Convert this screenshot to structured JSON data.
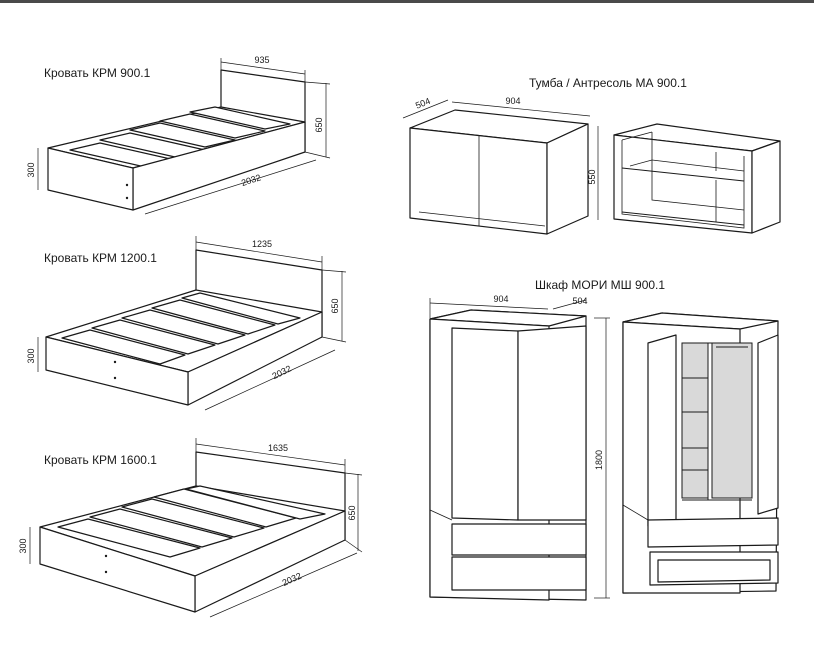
{
  "beds": [
    {
      "title": "Кровать КРМ 900.1",
      "width": "935",
      "length": "2032",
      "height_head": "650",
      "height_base": "300"
    },
    {
      "title": "Кровать КРМ 1200.1",
      "width": "1235",
      "length": "2032",
      "height_head": "650",
      "height_base": "300"
    },
    {
      "title": "Кровать КРМ 1600.1",
      "width": "1635",
      "length": "2032",
      "height_head": "650",
      "height_base": "300"
    }
  ],
  "tumba": {
    "title": "Тумба / Антресоль  МА 900.1",
    "width": "904",
    "depth": "504",
    "height": "550"
  },
  "shkaf": {
    "title": "Шкаф МОРИ  МШ 900.1",
    "width": "904",
    "depth": "504",
    "height": "1800"
  }
}
